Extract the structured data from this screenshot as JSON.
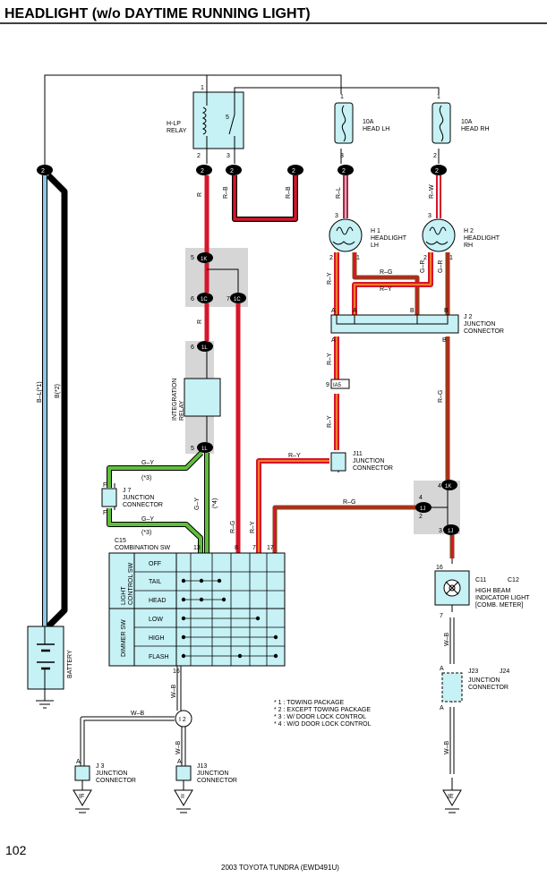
{
  "header": {
    "title": "HEADLIGHT (w/o DAYTIME RUNNING LIGHT)"
  },
  "footer": {
    "page_number": "102",
    "publication": "2003 TOYOTA TUNDRA (EWD491U)"
  },
  "colors": {
    "red": "#d6152b",
    "green": "#5fbf3a",
    "orange": "#ee7d2a",
    "brown": "#8b4513",
    "blue": "#8ec8e8",
    "cyan": "#c6f1f5",
    "gray": "#d6d6d6"
  },
  "components": {
    "hlp_relay": {
      "name": "H-LP\nRELAY",
      "pins": [
        "1",
        "5",
        "2",
        "3"
      ]
    },
    "fuse_lh": {
      "name": "10A\nHEAD LH",
      "pins": [
        "1",
        "3"
      ]
    },
    "fuse_rh": {
      "name": "10A\nHEAD RH",
      "pins": [
        "1",
        "2"
      ]
    },
    "h1": {
      "name": "H 1\nHEADLIGHT\nLH",
      "pins": [
        "3",
        "2",
        "1"
      ]
    },
    "h2": {
      "name": "H 2\nHEADLIGHT\nRH",
      "pins": [
        "3",
        "2",
        "1"
      ]
    },
    "j2": {
      "name": "J 2\nJUNCTION\nCONNECTOR",
      "pins": [
        "A",
        "A",
        "B",
        "B",
        "A",
        "B"
      ]
    },
    "integration_relay": {
      "name": "INTEGRATION\nRELAY"
    },
    "j11": {
      "name": "J11\nJUNCTION\nCONNECTOR"
    },
    "j7": {
      "name": "J 7\nJUNCTION\nCONNECTOR",
      "pins": [
        "F",
        "F"
      ]
    },
    "c15": {
      "name": "C15\nCOMBINATION SW",
      "pins": [
        "13",
        "8",
        "7",
        "17",
        "16"
      ],
      "groups": [
        "LIGHT\nCONTROL SW",
        "DIMMER SW"
      ],
      "positions": [
        "OFF",
        "TAIL",
        "HEAD",
        "LOW",
        "HIGH",
        "FLASH"
      ]
    },
    "c11": {
      "name": "C11",
      "name2": "C12",
      "desc": "HIGH BEAM\nINDICATOR LIGHT\n[COMB. METER]",
      "pins": [
        "16",
        "7"
      ]
    },
    "j23": {
      "name": "J23",
      "name2": "J24",
      "desc": "JUNCTION\nCONNECTOR",
      "pins": [
        "A",
        "A"
      ]
    },
    "j3": {
      "name": "J 3\nJUNCTION\nCONNECTOR",
      "pin": "A"
    },
    "j13": {
      "name": "J13\nJUNCTION\nCONNECTOR",
      "pin": "A"
    },
    "battery": {
      "name": "BATTERY"
    }
  },
  "connectors": {
    "c2": "2",
    "c1k": "1K",
    "c1c": "1C",
    "c1l": "1L",
    "ia5": "IA5",
    "c1j": "1J",
    "c1j_in": "1J",
    "i2": "I 2"
  },
  "pins": {
    "c1k_top": "5",
    "c1c_left": "6",
    "c1c_right": "7",
    "c1l_top": "6",
    "c1l_bot": "5",
    "ia5": "9",
    "c1k_right": "4",
    "c1j_a": "4",
    "c1j_b": "3",
    "c1j_c": "2"
  },
  "wires": {
    "b_l": "B–L(*1)",
    "b": "B(*2)",
    "r_b1": "R–B",
    "r_b2": "R–B",
    "r1": "R",
    "r2": "R",
    "r_l": "R–L",
    "r_w": "R–W",
    "r_y1": "R–Y",
    "r_g1": "R–G",
    "r_y2": "R–Y",
    "r_g2": "R–G",
    "r_y3": "R–Y",
    "r_y4": "R–Y",
    "r_g3": "R–G",
    "g_r1": "G–R",
    "g_r2": "G–R",
    "g_y1": "G–Y",
    "g_y2": "G–Y",
    "g_y3": "G–Y",
    "r_y5": "R–Y",
    "r_g4": "R–G",
    "w_b1": "W–B",
    "w_b2": "W–B",
    "w_b3": "W–B",
    "w_b4": "W–B",
    "w_b5": "W–B",
    "w_b6": "W–B"
  },
  "notes": {
    "n3a": "(*3)",
    "n3b": "(*3)",
    "n4": "(*4)",
    "lines": [
      "* 1 : TOWING PACKAGE",
      "* 2 : EXCEPT TOWING PACKAGE",
      "* 3 : W/ DOOR LOCK CONTROL",
      "* 4 : W/O DOOR LOCK CONTROL"
    ]
  },
  "grounds": [
    "IF",
    "II",
    "IE"
  ]
}
